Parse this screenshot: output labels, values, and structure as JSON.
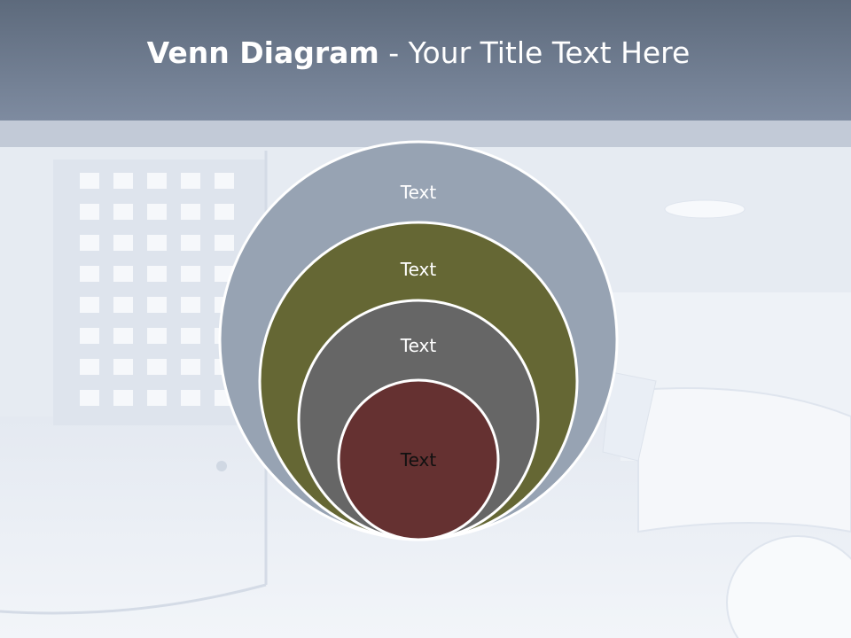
{
  "slide": {
    "title_bold": "Venn Diagram",
    "title_rest": " - Your Title Text Here"
  },
  "diagram": {
    "circles": [
      {
        "label": "Text",
        "fill": "#97a3b3",
        "text_color": "#ffffff"
      },
      {
        "label": "Text",
        "fill": "#656734",
        "text_color": "#ffffff"
      },
      {
        "label": "Text",
        "fill": "#666666",
        "text_color": "#ffffff"
      },
      {
        "label": "Text",
        "fill": "#653131",
        "text_color": "#111111"
      }
    ]
  },
  "theme": {
    "title_bar": "#6f7c90",
    "background": "#e6ebf2"
  }
}
